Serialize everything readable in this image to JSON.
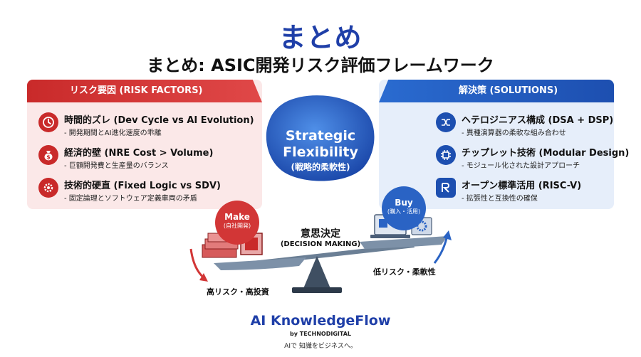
{
  "title": "まとめ",
  "subtitle": "まとめ: ASIC開発リスク評価フレームワーク",
  "risk_panel": {
    "header": "リスク要因 (RISK FACTORS)",
    "items": [
      {
        "title": "時間的ズレ (Dev Cycle vs AI Evolution)",
        "sub": "- 開発期間とAI進化速度の乖離",
        "icon": "clock-icon"
      },
      {
        "title": "経済的壁 (NRE Cost > Volume)",
        "sub": "- 巨額開発費と生産量のバランス",
        "icon": "money-bag-icon"
      },
      {
        "title": "技術的硬直 (Fixed Logic vs SDV)",
        "sub": "- 固定論理とソフトウェア定義車両の矛盾",
        "icon": "gear-icon"
      }
    ]
  },
  "solution_panel": {
    "header": "解決策 (SOLUTIONS)",
    "items": [
      {
        "title": "ヘテロジニアス構成 (DSA + DSP)",
        "sub": "- 異種演算器の柔軟な組み合わせ",
        "icon": "shuffle-icon"
      },
      {
        "title": "チップレット技術 (Modular Design)",
        "sub": "- モジュール化された設計アプローチ",
        "icon": "chip-icon"
      },
      {
        "title": "オープン標準活用 (RISC-V)",
        "sub": "- 拡張性と互換性の確保",
        "icon": "risc-v-icon"
      }
    ]
  },
  "center": {
    "line1": "Strategic",
    "line2": "Flexibility",
    "line3": "(戦略的柔軟性)"
  },
  "scale": {
    "decision": "意思決定",
    "decision_en": "(DECISION MAKING)",
    "make_label": "Make",
    "make_sub": "(自社開発)",
    "buy_label": "Buy",
    "buy_sub": "(購入・活用)",
    "make_outcome": "高リスク・高投資",
    "buy_outcome": "低リスク・柔軟性"
  },
  "footer": {
    "brand": "AI KnowledgeFlow",
    "by": "by TECHNODIGITAL",
    "tagline": "AIで 知識をビジネスへ。"
  },
  "colors": {
    "red": "#c92a2a",
    "blue": "#1d4fb0",
    "title_blue": "#1f3fa8"
  }
}
